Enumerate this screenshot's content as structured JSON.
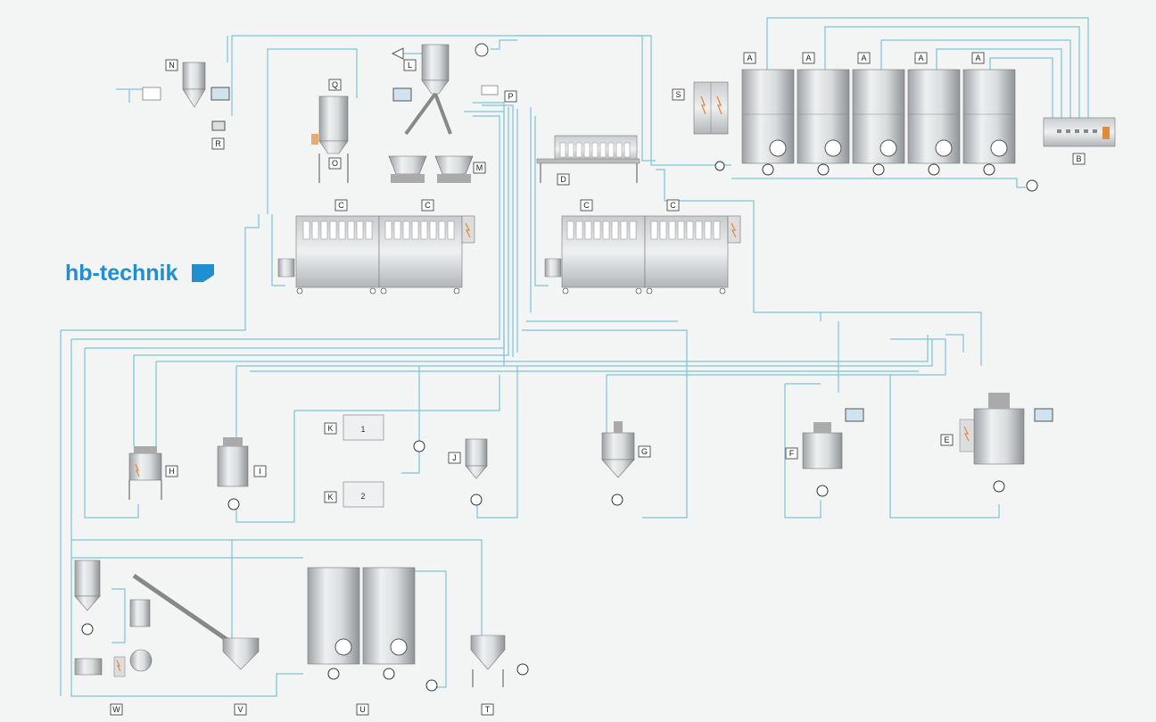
{
  "brand": {
    "logo_text": "hb-technik",
    "logo_color": "#1f8fd0"
  },
  "pipe_color": "#7fc3d8",
  "equipment_labels": {
    "A": "A",
    "B": "B",
    "C": "C",
    "D": "D",
    "E": "E",
    "F": "F",
    "G": "G",
    "H": "H",
    "I": "I",
    "J": "J",
    "K": "K",
    "L": "L",
    "M": "M",
    "N": "N",
    "O": "O",
    "P": "P",
    "Q": "Q",
    "R": "R",
    "S": "S",
    "T": "T",
    "U": "U",
    "V": "V",
    "W": "W"
  },
  "vessel_numbers": {
    "k1": "1",
    "k2": "2"
  },
  "valve_marker": "K",
  "icons": [
    "electrical-cabinet-icon",
    "pump-icon",
    "control-monitor-icon",
    "lightning-icon"
  ]
}
